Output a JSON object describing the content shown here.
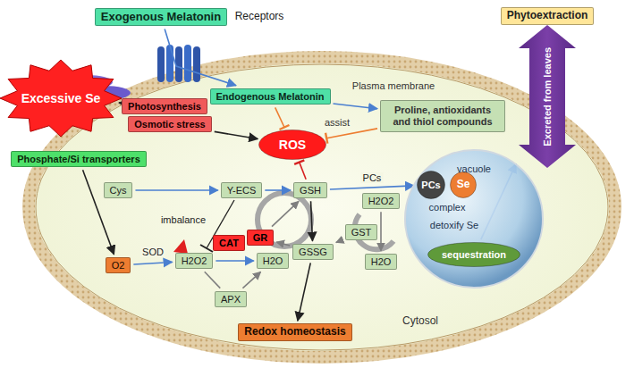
{
  "diagram": {
    "nodes": [
      {
        "text": [
          "Exogenous Melatonin"
        ]
      },
      {
        "text": [
          "Phytoextraction"
        ]
      },
      {
        "text": [
          "Excessive Se"
        ]
      },
      {
        "text": [
          "Phosphate/Si transporters"
        ]
      },
      {
        "text": [
          "Photosynthesis"
        ]
      },
      {
        "text": [
          "Osmotic stress"
        ]
      },
      {
        "text": [
          "Endogenous Melatonin"
        ]
      },
      {
        "text": [
          "ROS"
        ]
      },
      {
        "text": [
          "Proline, antioxidants and thiol compounds"
        ]
      },
      {
        "text": [
          "Excreted from leaves"
        ]
      },
      {
        "text": [
          "Cys"
        ]
      },
      {
        "text": [
          "Υ-ECS"
        ]
      },
      {
        "text": [
          "GSH"
        ]
      },
      {
        "text": [
          "vacuole"
        ]
      },
      {
        "text": [
          "PCs"
        ],
        "in": 13
      },
      {
        "text": [
          "Se"
        ],
        "in": 13
      },
      {
        "text": [
          "sequestration"
        ],
        "in": 13
      },
      {
        "text": [
          "H2O2"
        ]
      },
      {
        "text": [
          "GST"
        ]
      },
      {
        "text": [
          "H2O"
        ]
      },
      {
        "text": [
          "GR"
        ]
      },
      {
        "text": [
          "GSSG"
        ]
      },
      {
        "text": [
          "O2"
        ]
      },
      {
        "text": [
          "H2O2"
        ]
      },
      {
        "text": [
          "CAT"
        ]
      },
      {
        "text": [
          "H2O"
        ]
      },
      {
        "text": [
          "APX"
        ]
      },
      {
        "text": [
          "Redox homeostasis"
        ]
      }
    ],
    "edges": [
      {
        "from": 0,
        "to": 6,
        "arrow": "to"
      },
      {
        "from": 6,
        "to": 8,
        "arrow": "to"
      },
      {
        "from": 6,
        "to": 7,
        "arrow": "none"
      },
      {
        "from": 8,
        "to": 7,
        "arrow": "none"
      },
      {
        "from": 12,
        "to": 7,
        "arrow": "none"
      },
      {
        "from": 2,
        "to": 4,
        "arrow": "to"
      },
      {
        "from": 5,
        "to": 7,
        "arrow": "to"
      },
      {
        "from": 3,
        "to": 22,
        "arrow": "to"
      },
      {
        "from": 10,
        "to": 11,
        "arrow": "to"
      },
      {
        "from": 11,
        "to": 12,
        "arrow": "to"
      },
      {
        "from": 12,
        "to": 14,
        "label": "PCs",
        "arrow": "to"
      },
      {
        "from": 12,
        "to": 21,
        "arrow": "to"
      },
      {
        "from": 21,
        "to": 20,
        "arrow": "to"
      },
      {
        "from": 20,
        "to": 12,
        "arrow": "to"
      },
      {
        "from": 17,
        "to": 19,
        "arrow": "to"
      },
      {
        "from": 18,
        "to": 21,
        "arrow": "to"
      },
      {
        "from": 22,
        "to": 23,
        "label": "SOD",
        "arrow": "to"
      },
      {
        "from": 23,
        "to": 25,
        "arrow": "to"
      },
      {
        "from": 23,
        "to": 26,
        "arrow": "none"
      },
      {
        "from": 26,
        "to": 25,
        "arrow": "to"
      },
      {
        "from": 21,
        "to": 27,
        "arrow": "to"
      },
      {
        "from": 16,
        "to": 9,
        "arrow": "to"
      }
    ],
    "labels": [
      "Receptors",
      "Plasma membrane",
      "assist",
      "imbalance",
      "complex",
      "detoxify Se",
      "Cytosol"
    ]
  }
}
